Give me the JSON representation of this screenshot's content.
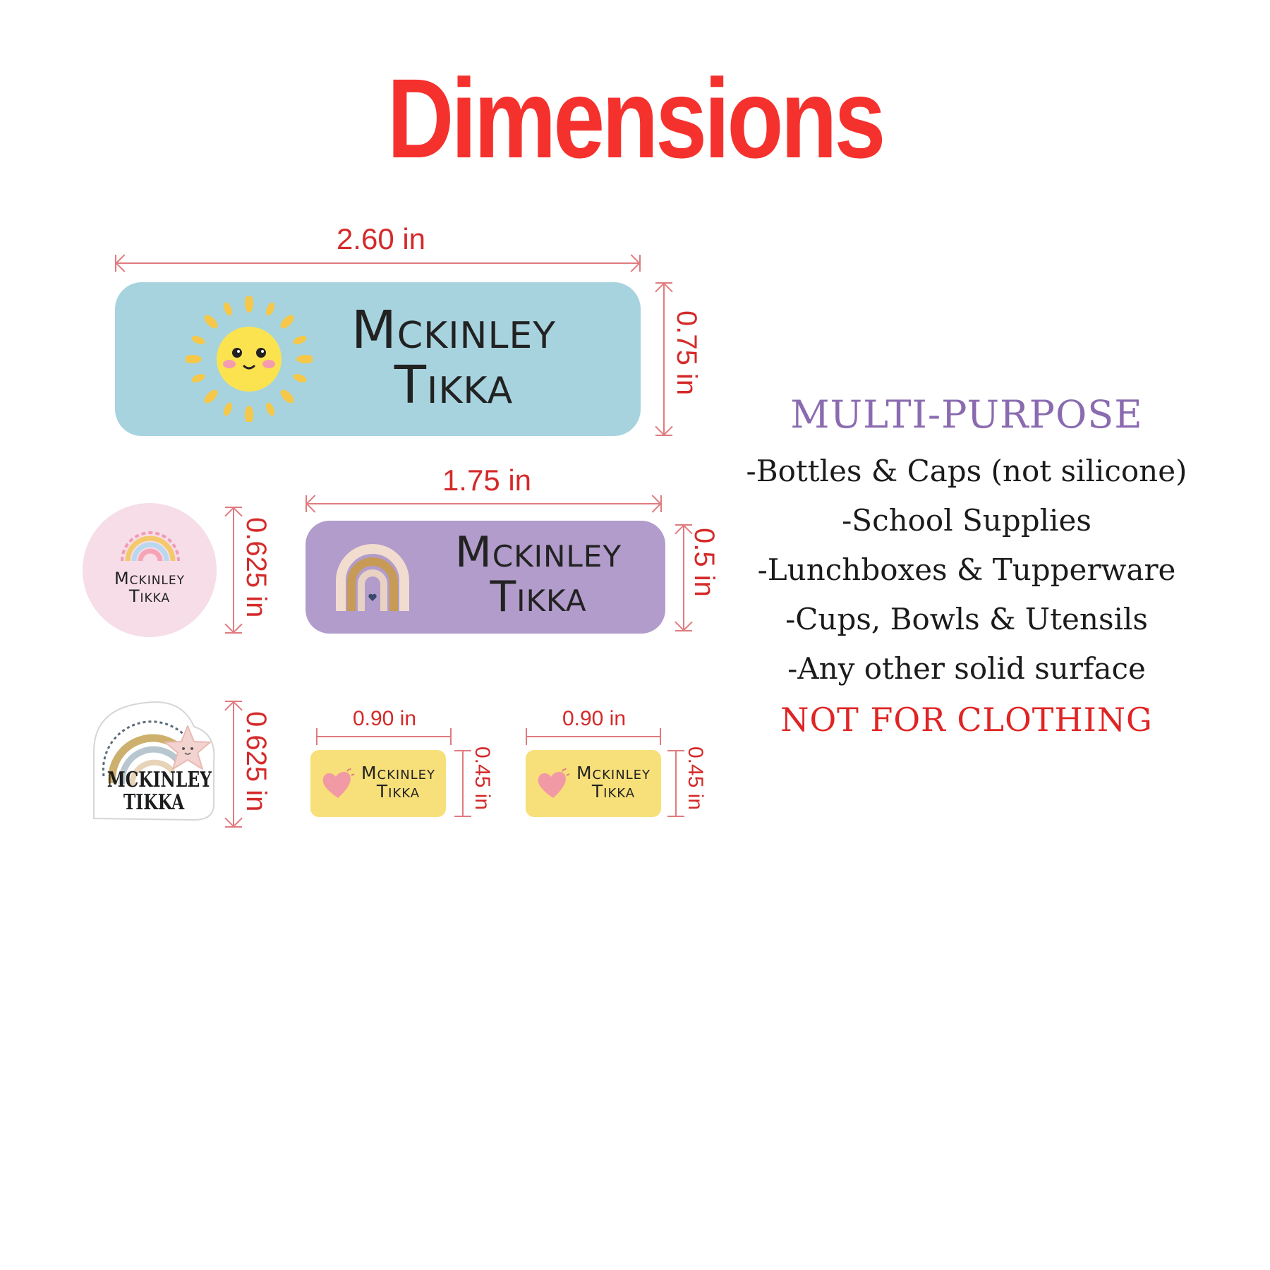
{
  "title": "Dimensions",
  "labels": {
    "large_width": "2.60 in",
    "large_height": "0.75 in",
    "medium_width": "1.75 in",
    "medium_height": "0.5 in",
    "round_height": "0.625 in",
    "shape_height": "0.625 in",
    "small1_width": "0.90 in",
    "small1_height": "0.45 in",
    "small2_width": "0.90 in",
    "small2_height": "0.45 in"
  },
  "name": {
    "first": "Mckinley",
    "last": "Tikka",
    "first_upper": "MCKINLEY",
    "last_upper": "TIKKA"
  },
  "features": {
    "heading": "MULTI-PURPOSE",
    "items": [
      "-Bottles & Caps (not silicone)",
      "-School Supplies",
      "-Lunchboxes & Tupperware",
      "-Cups, Bowls & Utensils",
      "-Any other solid surface"
    ],
    "warning": "NOT FOR CLOTHING"
  },
  "colors": {
    "title": "#f5312e",
    "dimension": "#d42a2a",
    "heading": "#8a6bb0",
    "warning": "#e02424",
    "large_label": "#a7d3df",
    "medium_label": "#b29ccb",
    "round_label": "#f6dde8",
    "small_label": "#f7e07a"
  },
  "icons": [
    "sun-icon",
    "rainbow-icon",
    "heart-icon",
    "star-icon"
  ]
}
